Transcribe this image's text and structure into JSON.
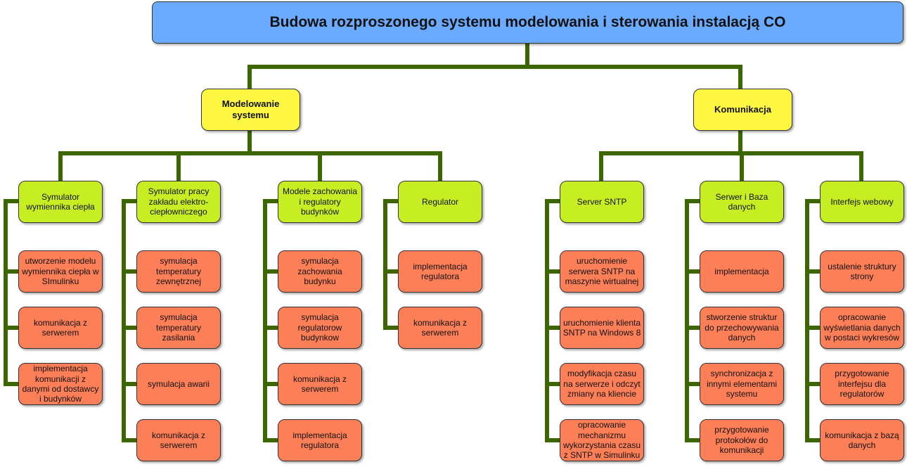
{
  "root": {
    "title": "Budowa rozproszonego systemu modelowania i sterowania instalacją CO"
  },
  "colors": {
    "root": "#6aabff",
    "category": "#fef741",
    "module": "#c7ee22",
    "task": "#fd7f58",
    "connector": "#3c6600"
  },
  "categories": [
    {
      "label": "Modelowanie systemu",
      "modules": [
        {
          "label": "Symulator wymiennika ciepła",
          "tasks": [
            "utworzenie modelu wymiennika ciepła w SImulinku",
            "komunikacja z serwerem",
            "implementacja komunikacji z danymi od dostawcy i budynków"
          ]
        },
        {
          "label": "Symulator pracy zakładu elektro-ciepłowniczego",
          "tasks": [
            "symulacja temperatury zewnętrznej",
            "symulacja temperatury zasilania",
            "symulacja awarii",
            "komunikacja z serwerem"
          ]
        },
        {
          "label": "Modele zachowania i regulatory budynków",
          "tasks": [
            "symulacja zachowania budynku",
            "symulacja regulatorow budynkow",
            "komunikacja z serwerem",
            "implementacja regulatora"
          ]
        },
        {
          "label": "Regulator",
          "tasks": [
            "implementacja regulatora",
            "komunikacja z serwerem"
          ]
        }
      ]
    },
    {
      "label": "Komunikacja",
      "modules": [
        {
          "label": "Server SNTP",
          "tasks": [
            "uruchomienie serwera SNTP na maszynie wirtualnej",
            "uruchomienie klienta SNTP na Windows 8",
            "modyfikacja czasu na serwerze i odczyt zmiany na kliencie",
            "opracowanie mechanizmu wykorzystania czasu z SNTP w Simulinku"
          ]
        },
        {
          "label": "Serwer i Baza danych",
          "tasks": [
            "implementacja",
            "stworzenie struktur do przechowywania danych",
            "synchronizacja z innymi elementami systemu",
            "przygotowanie protokołów do komunikacji"
          ]
        },
        {
          "label": "Interfejs webowy",
          "tasks": [
            "ustalenie struktury strony",
            "opracowanie wyświetlania danych w postaci wykresów",
            "przygotowanie interfejsu dla regulatorów",
            "komunikacja z bazą danych"
          ]
        }
      ]
    }
  ]
}
